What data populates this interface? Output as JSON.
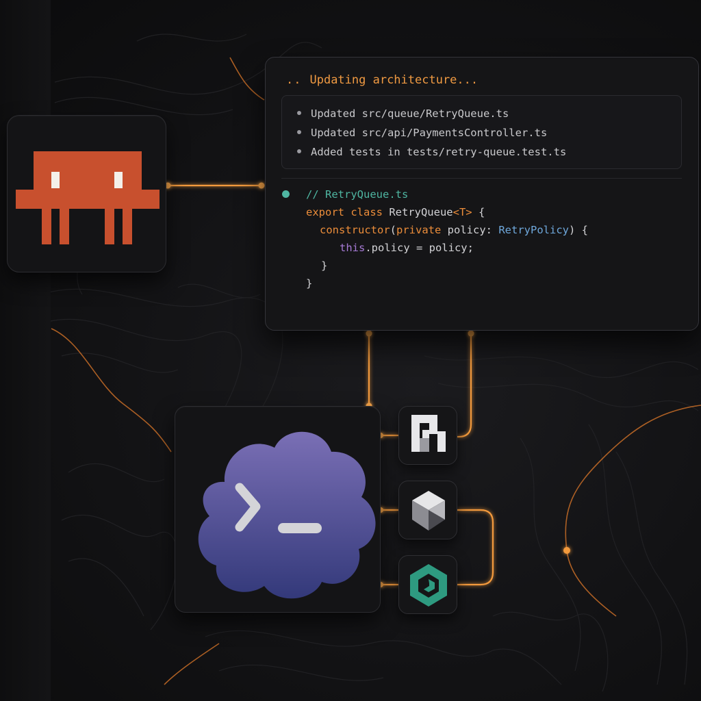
{
  "terminal": {
    "status_dots": "..",
    "status_text": "Updating architecture...",
    "files": [
      "Updated src/queue/RetryQueue.ts",
      "Updated src/api/PaymentsController.ts",
      "Added tests in tests/retry-queue.test.ts"
    ],
    "code": {
      "comment": "// RetryQueue.ts",
      "line2_kw": "export class",
      "line2_name": " RetryQueue",
      "line2_generic": "<T>",
      "line2_brace": " {",
      "line3_kw": "constructor",
      "line3_paren": "(",
      "line3_private": "private",
      "line3_param": " policy: ",
      "line3_type": "RetryPolicy",
      "line3_end": ") {",
      "line4_this": "this",
      "line4_rest": ".policy = policy;",
      "line5": "}",
      "line6": "}"
    }
  },
  "icons": {
    "robot": "pixel-robot-icon",
    "cloud": "cloud-terminal-icon",
    "mini_a": "pixel-letter-icon",
    "mini_b": "crystal-cube-icon",
    "mini_c": "green-hex-icon"
  },
  "colors": {
    "accent_orange": "#f39a3c",
    "robot_red": "#c8502e",
    "cloud_purple": "#5d5a9e",
    "teal": "#4fb6a2",
    "panel_bg": "#151517"
  }
}
